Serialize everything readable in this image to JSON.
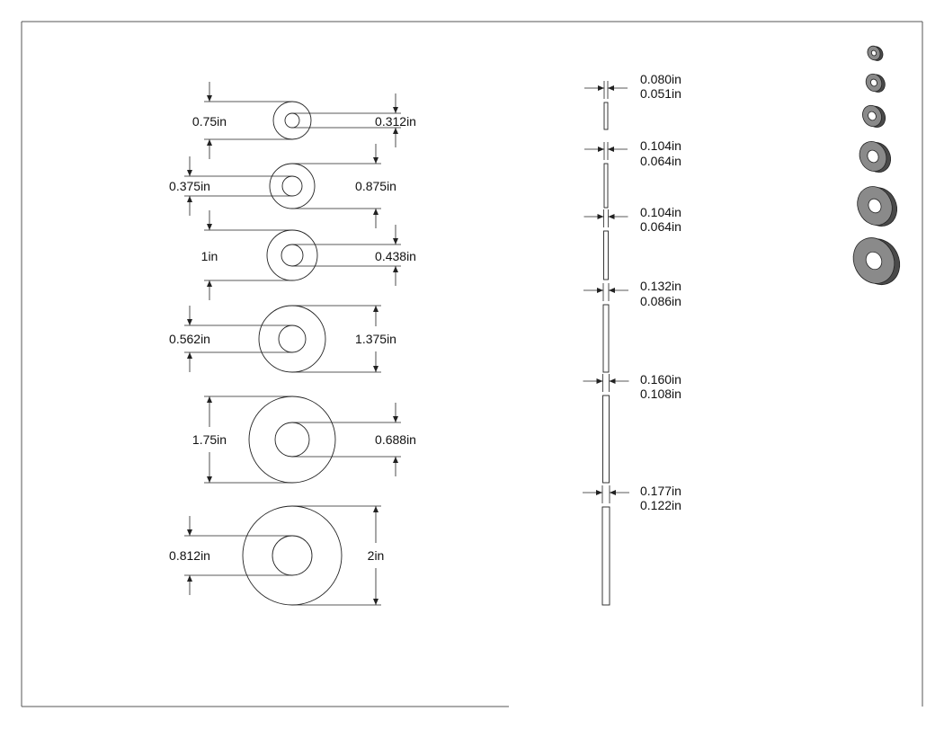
{
  "washers": [
    {
      "outer": "0.75in",
      "inner": "0.312in"
    },
    {
      "outer": "0.875in",
      "inner": "0.375in"
    },
    {
      "outer": "1in",
      "inner": "0.438in"
    },
    {
      "outer": "1.375in",
      "inner": "0.562in"
    },
    {
      "outer": "1.75in",
      "inner": "0.688in"
    },
    {
      "outer": "2in",
      "inner": "0.812in"
    }
  ],
  "profiles": [
    {
      "max": "0.080in",
      "min": "0.051in"
    },
    {
      "max": "0.104in",
      "min": "0.064in"
    },
    {
      "max": "0.104in",
      "min": "0.064in"
    },
    {
      "max": "0.132in",
      "min": "0.086in"
    },
    {
      "max": "0.160in",
      "min": "0.108in"
    },
    {
      "max": "0.177in",
      "min": "0.122in"
    }
  ],
  "colors": {
    "line": "#222222",
    "iso_top": "#8a8a8a",
    "iso_side": "#4a4a4a"
  }
}
